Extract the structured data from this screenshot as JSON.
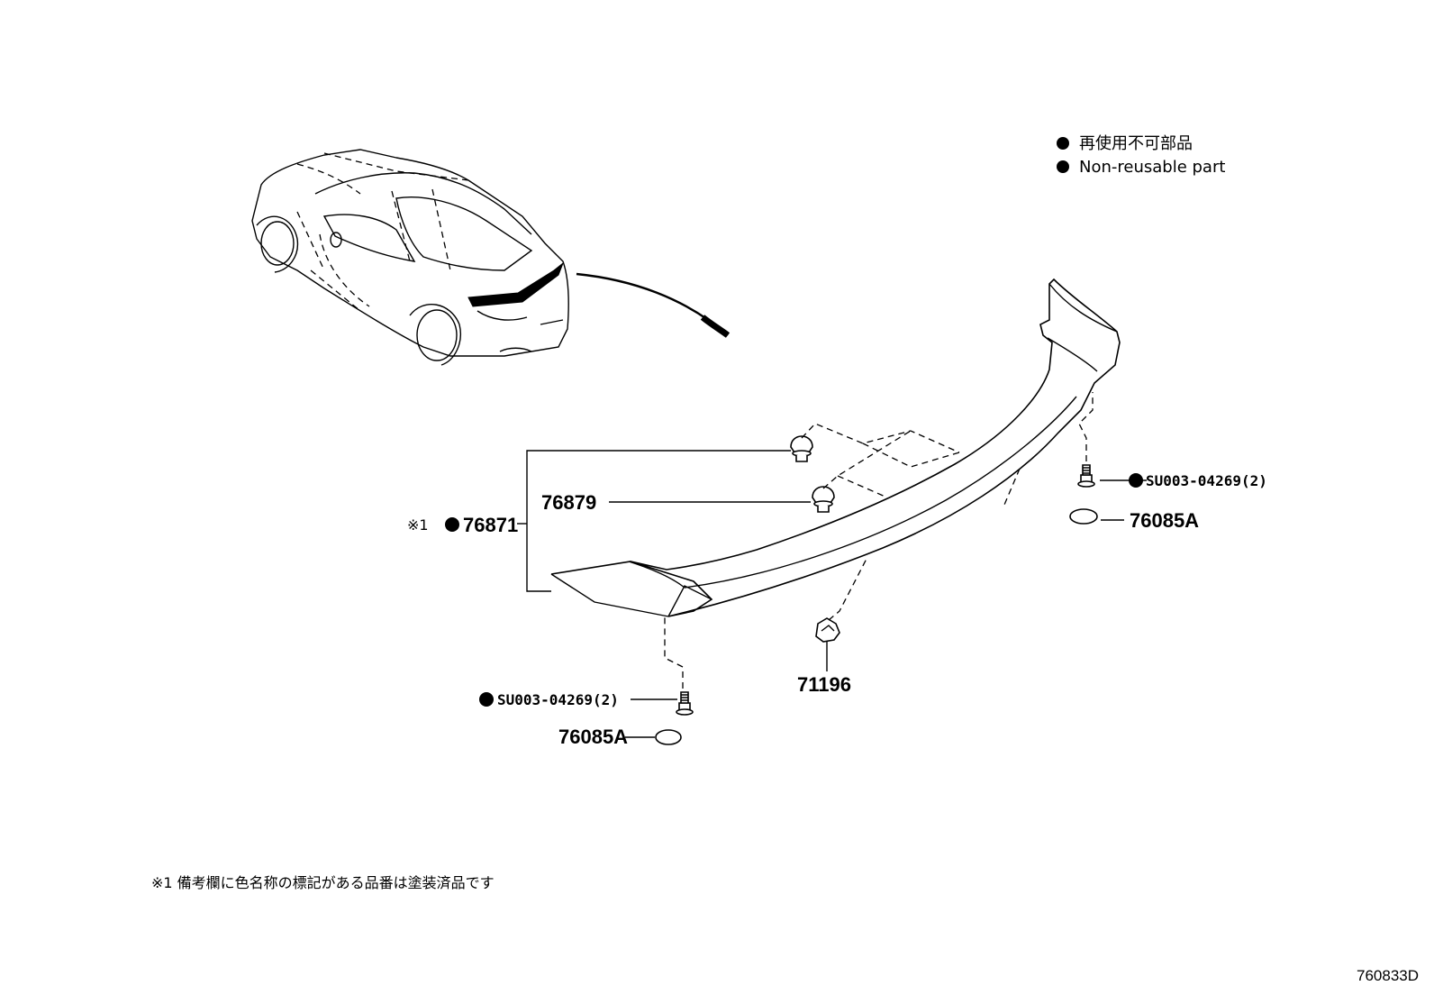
{
  "legend": {
    "jp": "再使用不可部品",
    "en": "Non-reusable part"
  },
  "callouts": {
    "assembly_prefix": "※1",
    "assembly": "76871",
    "clip_upper": "76879",
    "screw_right": "SU003-04269(2)",
    "cap_right": "76085A",
    "clip_lower": "71196",
    "screw_left": "SU003-04269(2)",
    "cap_left": "76085A"
  },
  "footnote": "※1 備考欄に色名称の標記がある品番は塗装済品です",
  "diagram_code": "760833D"
}
